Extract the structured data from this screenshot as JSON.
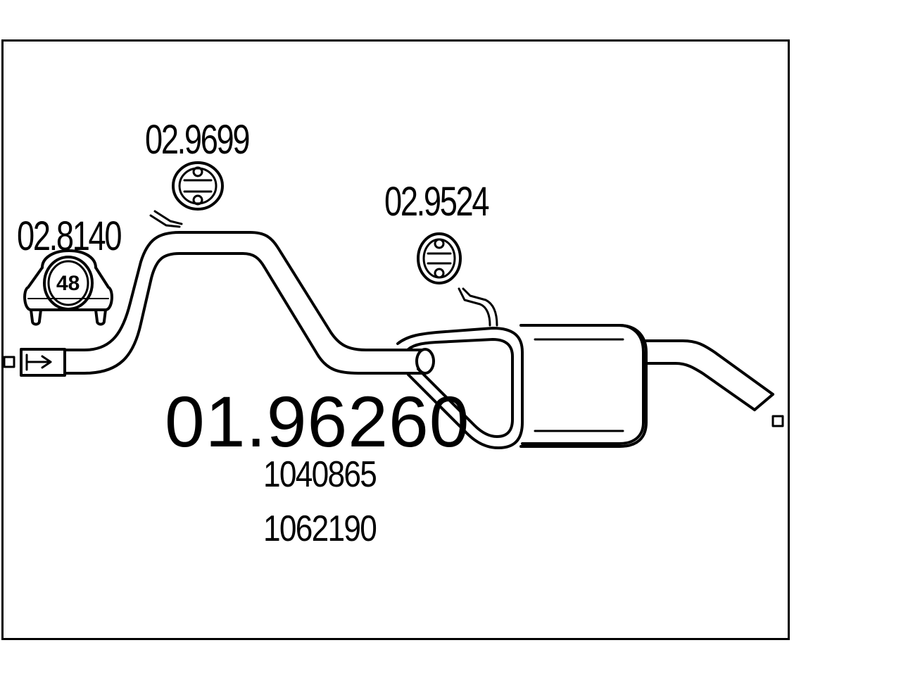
{
  "main_part": {
    "number": "01.96260"
  },
  "oe_numbers": [
    "1040865",
    "1062190"
  ],
  "accessories": {
    "clamp": {
      "code": "02.8140",
      "size": "48"
    },
    "hanger_front": {
      "code": "02.9699"
    },
    "hanger_rear": {
      "code": "02.9524"
    }
  },
  "colors": {
    "line": "#000000",
    "background": "#ffffff"
  }
}
